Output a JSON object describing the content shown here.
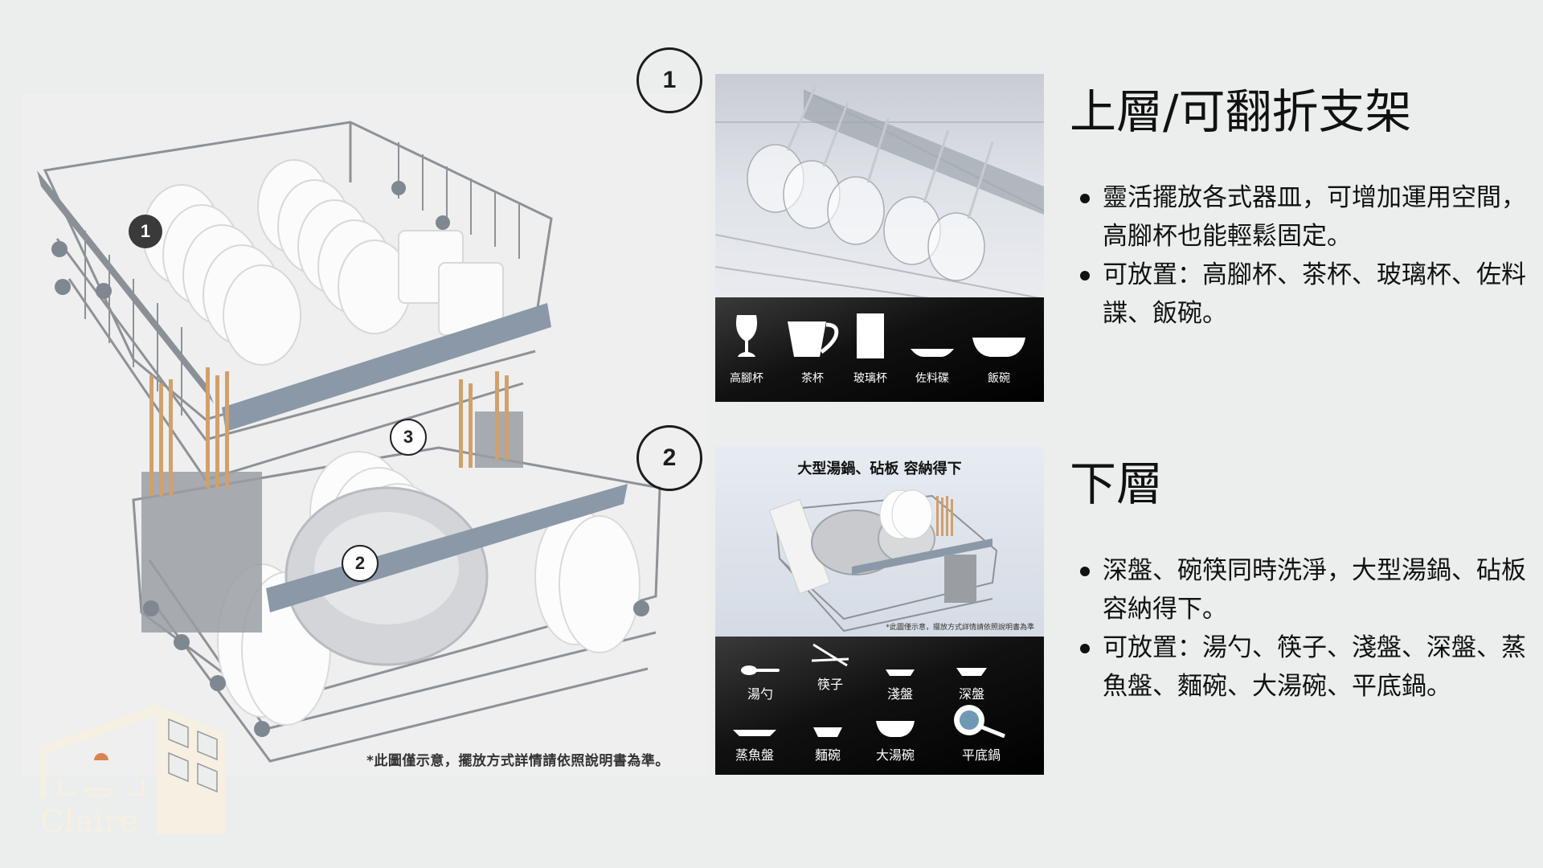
{
  "left_illustration": {
    "markers": [
      {
        "label": "1",
        "style": "dark"
      },
      {
        "label": "3",
        "style": "light"
      },
      {
        "label": "2",
        "style": "light"
      }
    ],
    "note": "*此圖僅示意，擺放方式詳情請依照說明書為準。"
  },
  "logo": {
    "text": "Claire",
    "icon": "house-logo-icon",
    "accent_color": "#d9844f",
    "tint_color": "#f6f0e2"
  },
  "sections": [
    {
      "badge": "1",
      "title": "上層/可翻折支架",
      "photo_subject": "wine-glasses-on-foldable-rack",
      "icons": [
        {
          "icon": "stemmed-glass-icon",
          "label": "高腳杯"
        },
        {
          "icon": "tea-cup-icon",
          "label": "茶杯"
        },
        {
          "icon": "glass-cup-icon",
          "label": "玻璃杯"
        },
        {
          "icon": "sauce-dish-icon",
          "label": "佐料碟"
        },
        {
          "icon": "rice-bowl-icon",
          "label": "飯碗"
        }
      ],
      "bullets": [
        "靈活擺放各式器皿，可增加運用空間，高腳杯也能輕鬆固定。",
        "可放置：高腳杯、茶杯、玻璃杯、佐料諜、飯碗。"
      ]
    },
    {
      "badge": "2",
      "title": "下層",
      "photo_caption": "大型湯鍋、砧板 容納得下",
      "photo_note": "*此圖僅示意，擺放方式詳情請依照說明書為準",
      "icons": [
        {
          "icon": "ladle-icon",
          "label": "湯勺"
        },
        {
          "icon": "chopsticks-icon",
          "label": "筷子"
        },
        {
          "icon": "shallow-plate-icon",
          "label": "淺盤"
        },
        {
          "icon": "deep-plate-icon",
          "label": "深盤"
        },
        {
          "icon": "fish-plate-icon",
          "label": "蒸魚盤"
        },
        {
          "icon": "noodle-bowl-icon",
          "label": "麵碗"
        },
        {
          "icon": "soup-bowl-icon",
          "label": "大湯碗"
        },
        {
          "icon": "frying-pan-icon",
          "label": "平底鍋"
        }
      ],
      "bullets": [
        "深盤、碗筷同時洗淨，大型湯鍋、砧板容納得下。",
        "可放置：湯勺、筷子、淺盤、深盤、蒸魚盤、麵碗、大湯碗、平底鍋。"
      ]
    }
  ],
  "colors": {
    "background": "#eceeed",
    "text": "#111111",
    "rack_wire": "#8e9297",
    "rack_handle": "#8a98a8",
    "pan_fill": "#6f98b5"
  }
}
